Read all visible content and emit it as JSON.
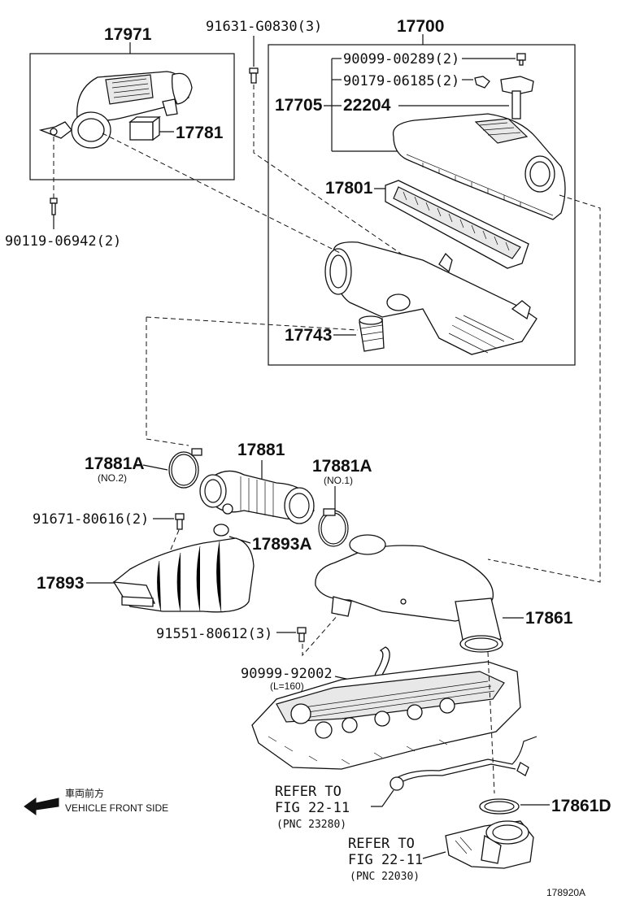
{
  "labels": {
    "p17971": "17971",
    "p91631": "91631-G0830(3)",
    "p17700": "17700",
    "p90099_00289": "90099-00289(2)",
    "p90179": "90179-06185(2)",
    "p17705": "17705",
    "p22204": "22204",
    "p17781": "17781",
    "p17801": "17801",
    "p90119": "90119-06942(2)",
    "p17743": "17743",
    "p17881": "17881",
    "p17881A_left": "17881A",
    "p17881A_left_sub": "(NO.2)",
    "p17881A_right": "17881A",
    "p17881A_right_sub": "(NO.1)",
    "p91671": "91671-80616(2)",
    "p17893A": "17893A",
    "p17893": "17893",
    "p17861": "17861",
    "p91551": "91551-80612(3)",
    "p90999": "90999-92002",
    "p90999_sub": "(L=160)",
    "p17861D": "17861D"
  },
  "references": [
    {
      "line1": "REFER TO",
      "line2": "FIG 22-11",
      "line3": "(PNC 23280)"
    },
    {
      "line1": "REFER TO",
      "line2": "FIG 22-11",
      "line3": "(PNC 22030)"
    }
  ],
  "vehicle_front": {
    "japanese": "車両前方",
    "english": "VEHICLE FRONT SIDE"
  },
  "figure_code": "178920A"
}
